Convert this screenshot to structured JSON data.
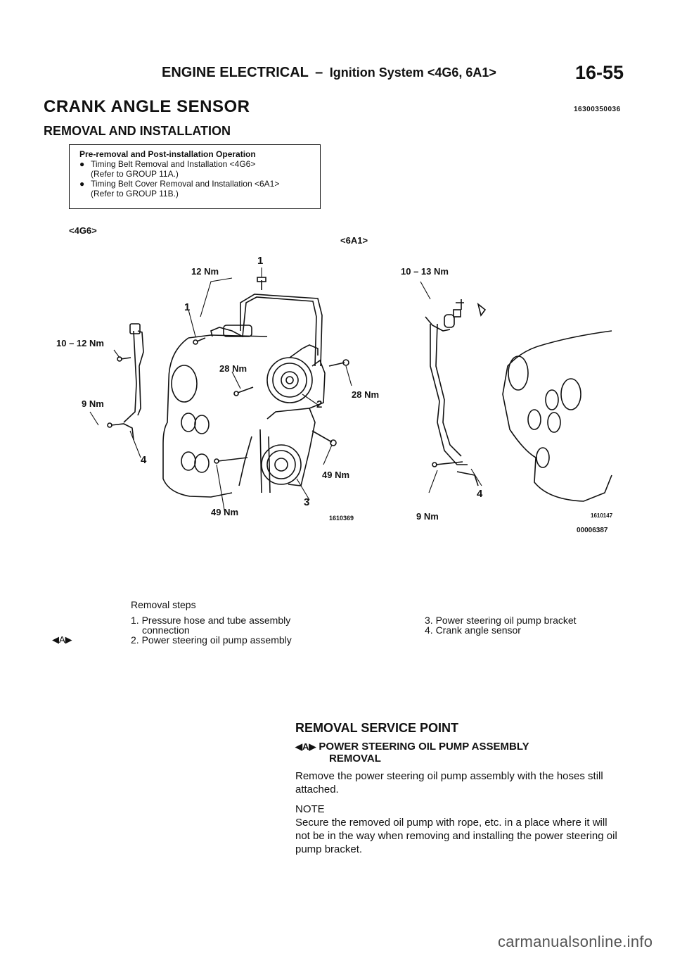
{
  "header": {
    "section": "ENGINE ELECTRICAL",
    "dash": "–",
    "subsection": "Ignition System <4G6, 6A1>",
    "page_number": "16-55"
  },
  "title": "CRANK ANGLE SENSOR",
  "doc_code": "16300350036",
  "subtitle": "REMOVAL AND INSTALLATION",
  "note_box": {
    "heading": "Pre-removal and Post-installation Operation",
    "bullet": "●",
    "items": [
      {
        "line1": "Timing Belt Removal and Installation <4G6>",
        "line2": "(Refer to GROUP 11A.)"
      },
      {
        "line1": "Timing Belt Cover Removal and Installation <6A1>",
        "line2": "(Refer to GROUP 11B.)"
      }
    ]
  },
  "figure": {
    "left_variant": "<4G6>",
    "right_variant": "<6A1>",
    "labels": {
      "t12": "12 Nm",
      "t1012": "10 – 12 Nm",
      "t9a": "9 Nm",
      "t28a": "28 Nm",
      "t28b": "28 Nm",
      "t49a": "49 Nm",
      "t49b": "49 Nm",
      "t1013": "10 – 13 Nm",
      "t9b": "9 Nm"
    },
    "callouts": {
      "c1a": "1",
      "c1b": "1",
      "c2": "2",
      "c3": "3",
      "c4a": "4",
      "c4b": "4"
    },
    "fig_codes": {
      "left": "1610369",
      "right": "1610147",
      "combined": "00006387"
    }
  },
  "removal_steps": {
    "heading": "Removal steps",
    "service_mark": "◀A▶",
    "left": [
      {
        "line1": "1. Pressure hose and tube assembly",
        "line2": "connection"
      },
      {
        "line1": "2. Power steering oil pump assembly",
        "line2": ""
      }
    ],
    "right": [
      "3. Power steering oil pump bracket",
      "4. Crank angle sensor"
    ]
  },
  "service_point": {
    "heading": "REMOVAL SERVICE POINT",
    "mark": "◀A▶",
    "sub_line1": "POWER STEERING OIL PUMP ASSEMBLY",
    "sub_line2": "REMOVAL",
    "para1": "Remove the power steering oil pump assembly with the hoses still attached.",
    "note_label": "NOTE",
    "note_text": "Secure the removed oil pump with rope, etc. in a place where it will not be in the way when removing and installing the power steering oil pump bracket."
  },
  "watermark": "carmanualsonline.info"
}
